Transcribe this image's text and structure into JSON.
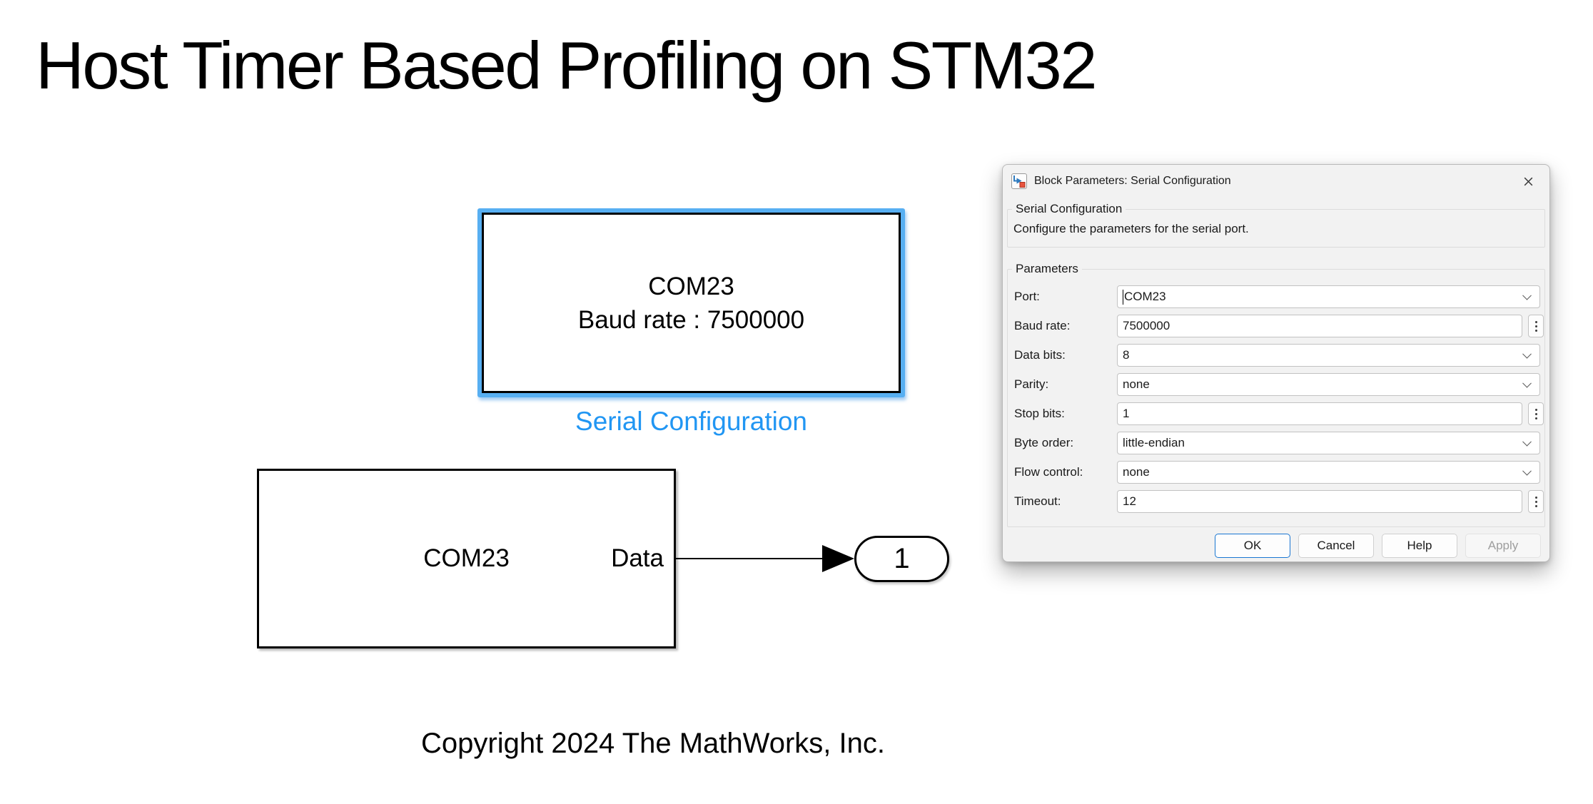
{
  "page": {
    "title": "Host Timer Based Profiling on STM32",
    "copyright": "Copyright 2024 The MathWorks, Inc."
  },
  "diagram": {
    "serial_config_block": {
      "line1": "COM23",
      "line2": "Baud rate : 7500000",
      "label": "Serial Configuration"
    },
    "profiler_block": {
      "name": "COM23",
      "port_label": "Data"
    },
    "outport": {
      "value": "1"
    }
  },
  "dialog": {
    "title": "Block Parameters: Serial Configuration",
    "section": {
      "legend": "Serial Configuration",
      "description": "Configure the parameters for the serial port."
    },
    "parameters": {
      "legend": "Parameters",
      "fields": [
        {
          "label": "Port:",
          "value": "COM23",
          "control": "combobox"
        },
        {
          "label": "Baud rate:",
          "value": "7500000",
          "control": "edit"
        },
        {
          "label": "Data bits:",
          "value": "8",
          "control": "combobox"
        },
        {
          "label": "Parity:",
          "value": "none",
          "control": "combobox"
        },
        {
          "label": "Stop bits:",
          "value": "1",
          "control": "edit"
        },
        {
          "label": "Byte order:",
          "value": "little-endian",
          "control": "combobox"
        },
        {
          "label": "Flow control:",
          "value": "none",
          "control": "combobox"
        },
        {
          "label": "Timeout:",
          "value": "12",
          "control": "edit"
        }
      ]
    },
    "buttons": [
      {
        "label": "OK",
        "state": "default"
      },
      {
        "label": "Cancel",
        "state": "normal"
      },
      {
        "label": "Help",
        "state": "normal"
      },
      {
        "label": "Apply",
        "state": "disabled"
      }
    ]
  },
  "icons": {
    "close": "x-close",
    "dropdown": "chevron-down",
    "edit_menu": "vertical-dots",
    "dialog_badge": "simulink-block-parameters"
  },
  "colors": {
    "selection_blue": "#57aff2",
    "block_label_blue": "#2196f3",
    "accent_button_blue": "#1976d2",
    "dialog_background": "#f2f2f2"
  }
}
